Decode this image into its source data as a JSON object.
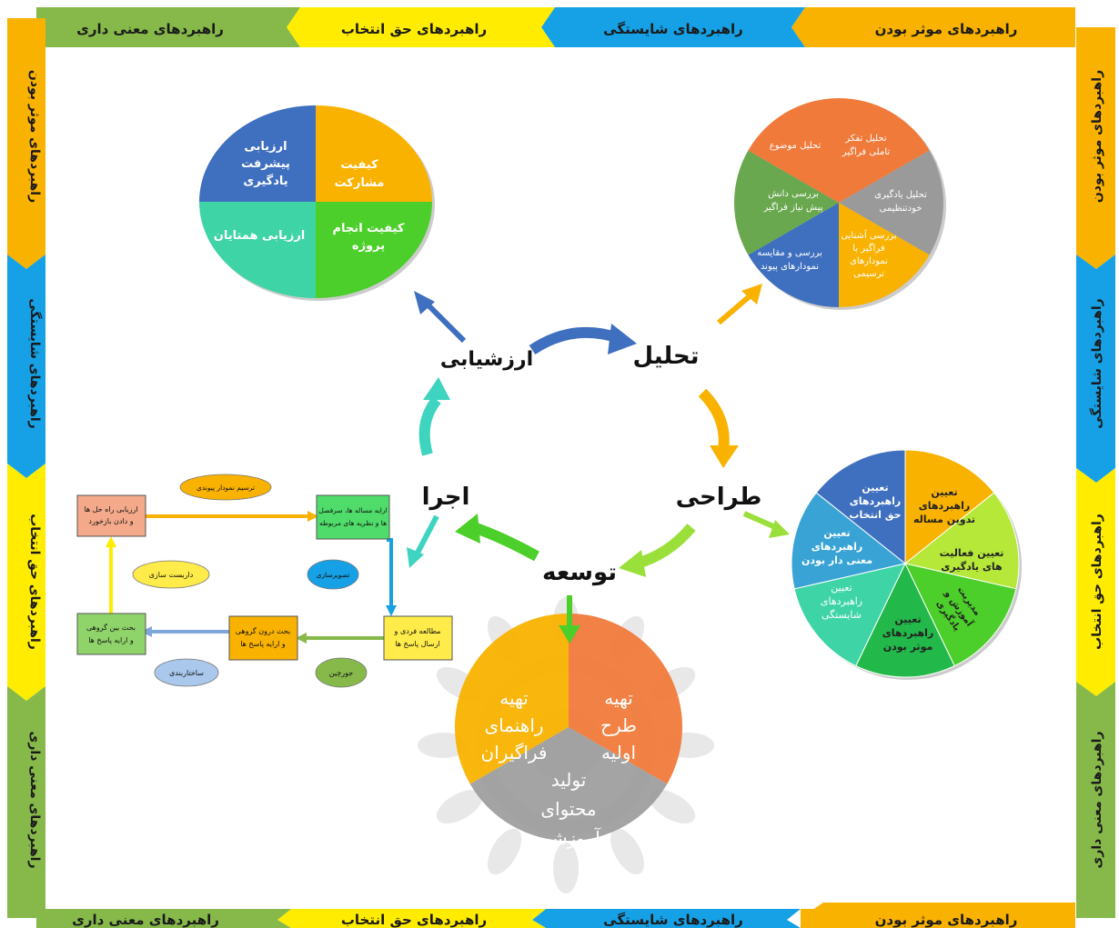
{
  "colors": {
    "orange": "#f9b200",
    "yellow": "#ffec00",
    "blue": "#16a1e6",
    "green": "#86b94a"
  },
  "frame": {
    "top": [
      "راهبردهای موثر بودن",
      "راهبردهای شایستگی",
      "راهبردهای حق انتخاب",
      "راهبردهای معنی داری"
    ],
    "bottom": [
      "راهبردهای موثر بودن",
      "راهبردهای شایستگی",
      "راهبردهای حق انتخاب",
      "راهبردهای معنی داری"
    ],
    "left": [
      "راهبردهای موثر بودن",
      "راهبردهای شایستگی",
      "راهبردهای حق انتخاب",
      "راهبردهای معنی داری"
    ],
    "right": [
      "راهبردهای موثر بودن",
      "راهبردهای شایستگی",
      "راهبردهای حق انتخاب",
      "راهبردهای معنی داری"
    ]
  },
  "phases": {
    "analysis": "تحلیل",
    "design": "طراحی",
    "development": "توسعه",
    "implementation": "اجرا",
    "evaluation": "ارزشیابی"
  },
  "evaluation_pie": [
    [
      "کیفیت",
      "مشارکت"
    ],
    [
      "ارزیابی",
      "پیشرفت",
      "یادگیری"
    ],
    [
      "ارزیابی همتایان"
    ],
    [
      "کیفیت انجام",
      "پروژه"
    ]
  ],
  "analysis_pie": [
    [
      "تحلیل تفکر",
      "تاملی فراگیر"
    ],
    [
      "تحلیل یادگیری",
      "خودتنظیمی"
    ],
    [
      "بررسی آشنایی",
      "فراگیر با",
      "نمودارهای",
      "ترسیمی"
    ],
    [
      "بررسی و مقایسه",
      "نمودارهای پیوند"
    ],
    [
      "بررسی دانش",
      "پیش نیاز فراگیر"
    ],
    [
      "تحلیل موضوع"
    ]
  ],
  "design_pie": [
    [
      "تعیین",
      "راهبردهای",
      "تدوین مساله"
    ],
    [
      "تعیین فعالیت",
      "های یادگیری"
    ],
    [
      "مدیریت",
      "آموزش و",
      "یادگیری"
    ],
    [
      "تعیین",
      "راهبردهای",
      "موثر بودن"
    ],
    [
      "تعیین",
      "راهبردهای",
      "شایستگی"
    ],
    [
      "تعیین",
      "راهبردهای",
      "معنی دار بودن"
    ],
    [
      "تعیین",
      "راهبردهای",
      "حق انتخاب"
    ]
  ],
  "development_pie": [
    [
      "تهیه",
      "طرح",
      "اولیه"
    ],
    [
      "تولید",
      "محتوای",
      "آموزشی"
    ],
    [
      "تهیه",
      "راهنمای",
      "فراگیران"
    ]
  ],
  "flow": {
    "box1": [
      "ارزیابی راه حل ها",
      "و دادن بازخورد"
    ],
    "box2": [
      "ارایه مساله ها، سرفصل",
      "ها و نظریه های مربوطه"
    ],
    "box3": [
      "مطالعه فردی و",
      "ارسال پاسخ ها"
    ],
    "box4": [
      "بحث درون گروهی",
      "و ارایه پاسخ ها"
    ],
    "box5": [
      "بحث بین گروهی",
      "و ارایه پاسخ ها"
    ],
    "oval1": "ترسیم نمودار پیوندی",
    "oval2": "داربست سازی",
    "oval3": "جورچین",
    "oval4": "ساختاربندی",
    "oval5": "تصویرسازی"
  }
}
